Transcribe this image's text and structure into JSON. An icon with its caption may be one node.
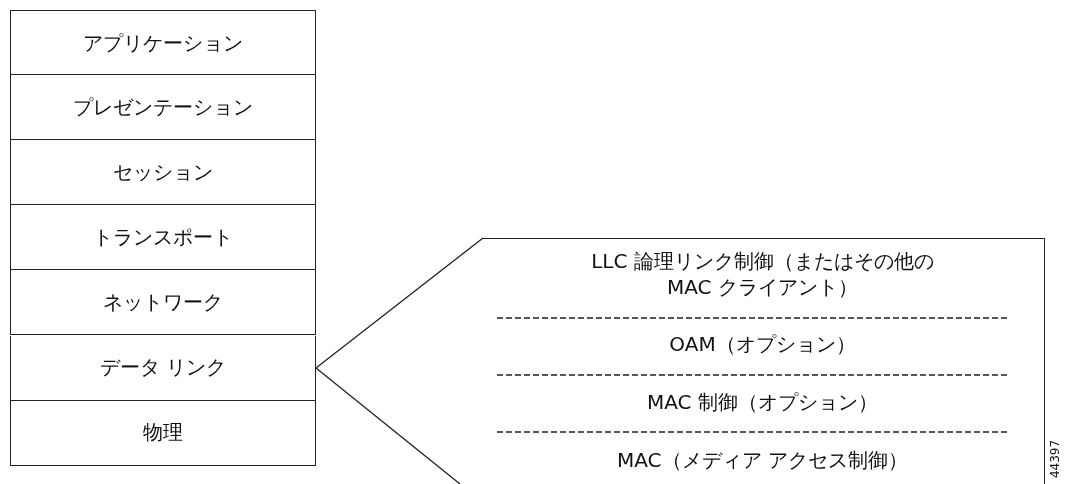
{
  "diagram": {
    "nodes": [
      {
        "text": [
          "アプリケーション"
        ]
      },
      {
        "text": [
          "プレゼンテーション"
        ]
      },
      {
        "text": [
          "セッション"
        ]
      },
      {
        "text": [
          "トランスポート"
        ]
      },
      {
        "text": [
          "ネットワーク"
        ]
      },
      {
        "text": [
          "データ リンク"
        ]
      },
      {
        "text": [
          "物理"
        ]
      },
      {
        "text": [
          "LLC 論理リンク制御（またはその他の MAC クライアント）",
          "OAM（オプション）",
          "MAC 制御（オプション）",
          "MAC（メディア アクセス制御）"
        ]
      }
    ],
    "edges": [
      {
        "from": 5,
        "to": 7,
        "arrow": "none"
      },
      {
        "from": 5,
        "to": 7,
        "arrow": "none"
      }
    ],
    "labels": [
      "44397"
    ]
  }
}
